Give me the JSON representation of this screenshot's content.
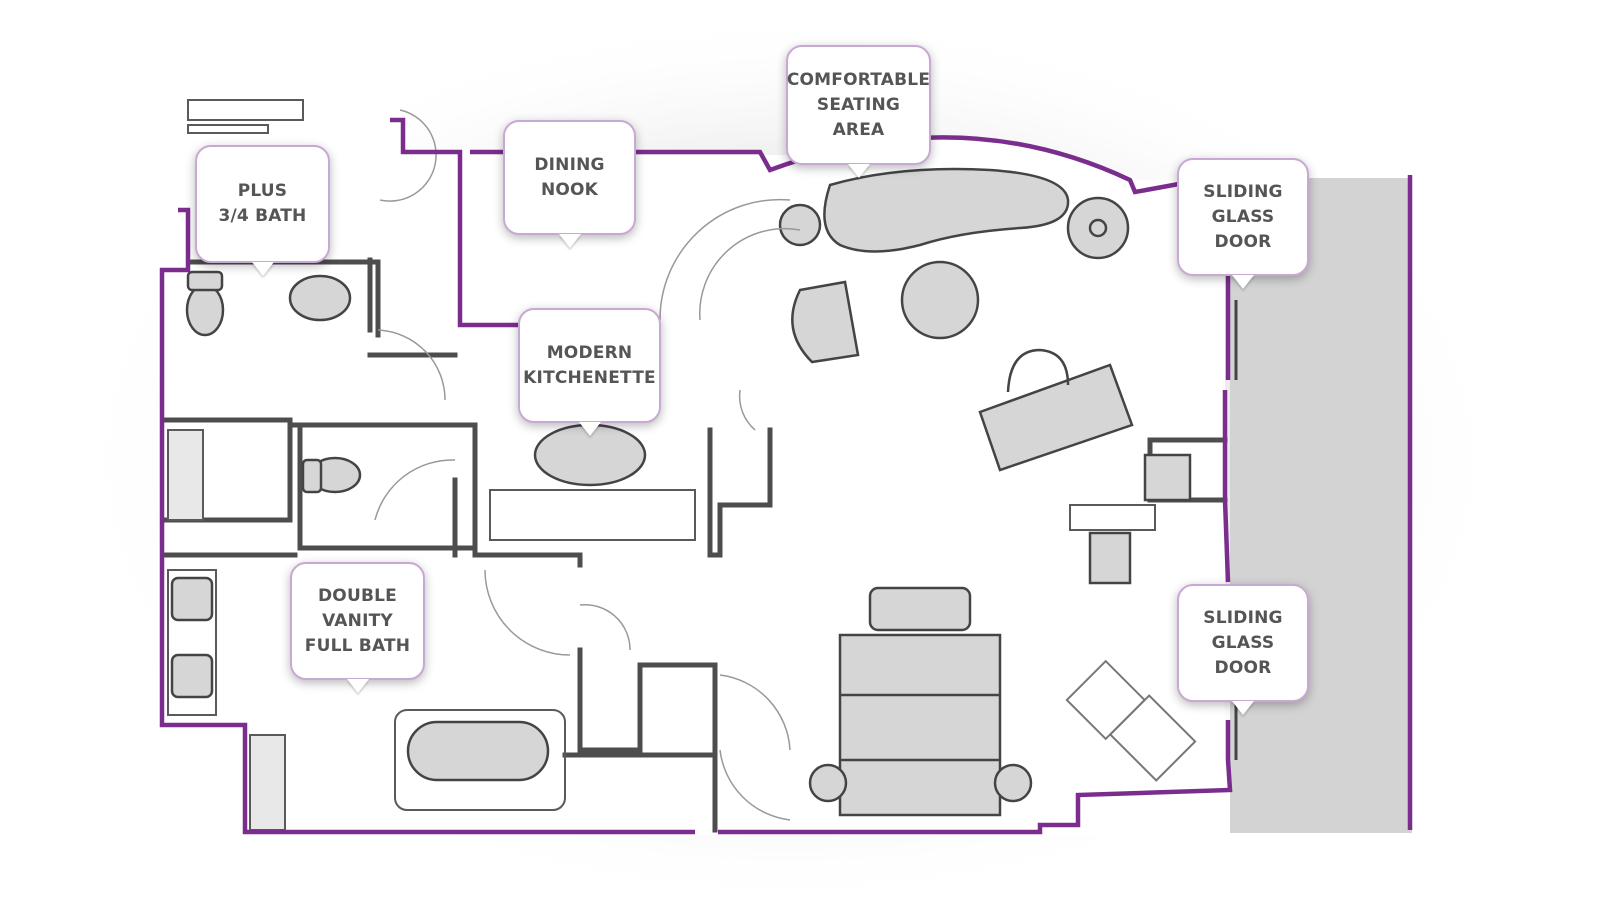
{
  "colors": {
    "wall_accent": "#7b2d8e",
    "wall": "#4d4d4d",
    "furniture_fill": "#d6d6d6",
    "exterior_fill": "#d3d3d3",
    "callout_border": "#c9a8d4",
    "callout_text": "#555555"
  },
  "labels": {
    "plus_bath": "PLUS\n3/4 BATH",
    "dining_nook": "DINING\nNOOK",
    "seating_area": "COMFORTABLE\nSEATING\nAREA",
    "sliding_door_top": "SLIDING\nGLASS\nDOOR",
    "kitchenette": "MODERN\nKITCHENETTE",
    "vanity_bath": "DOUBLE\nVANITY\nFULL BATH",
    "sliding_door_bottom": "SLIDING\nGLASS\nDOOR"
  }
}
